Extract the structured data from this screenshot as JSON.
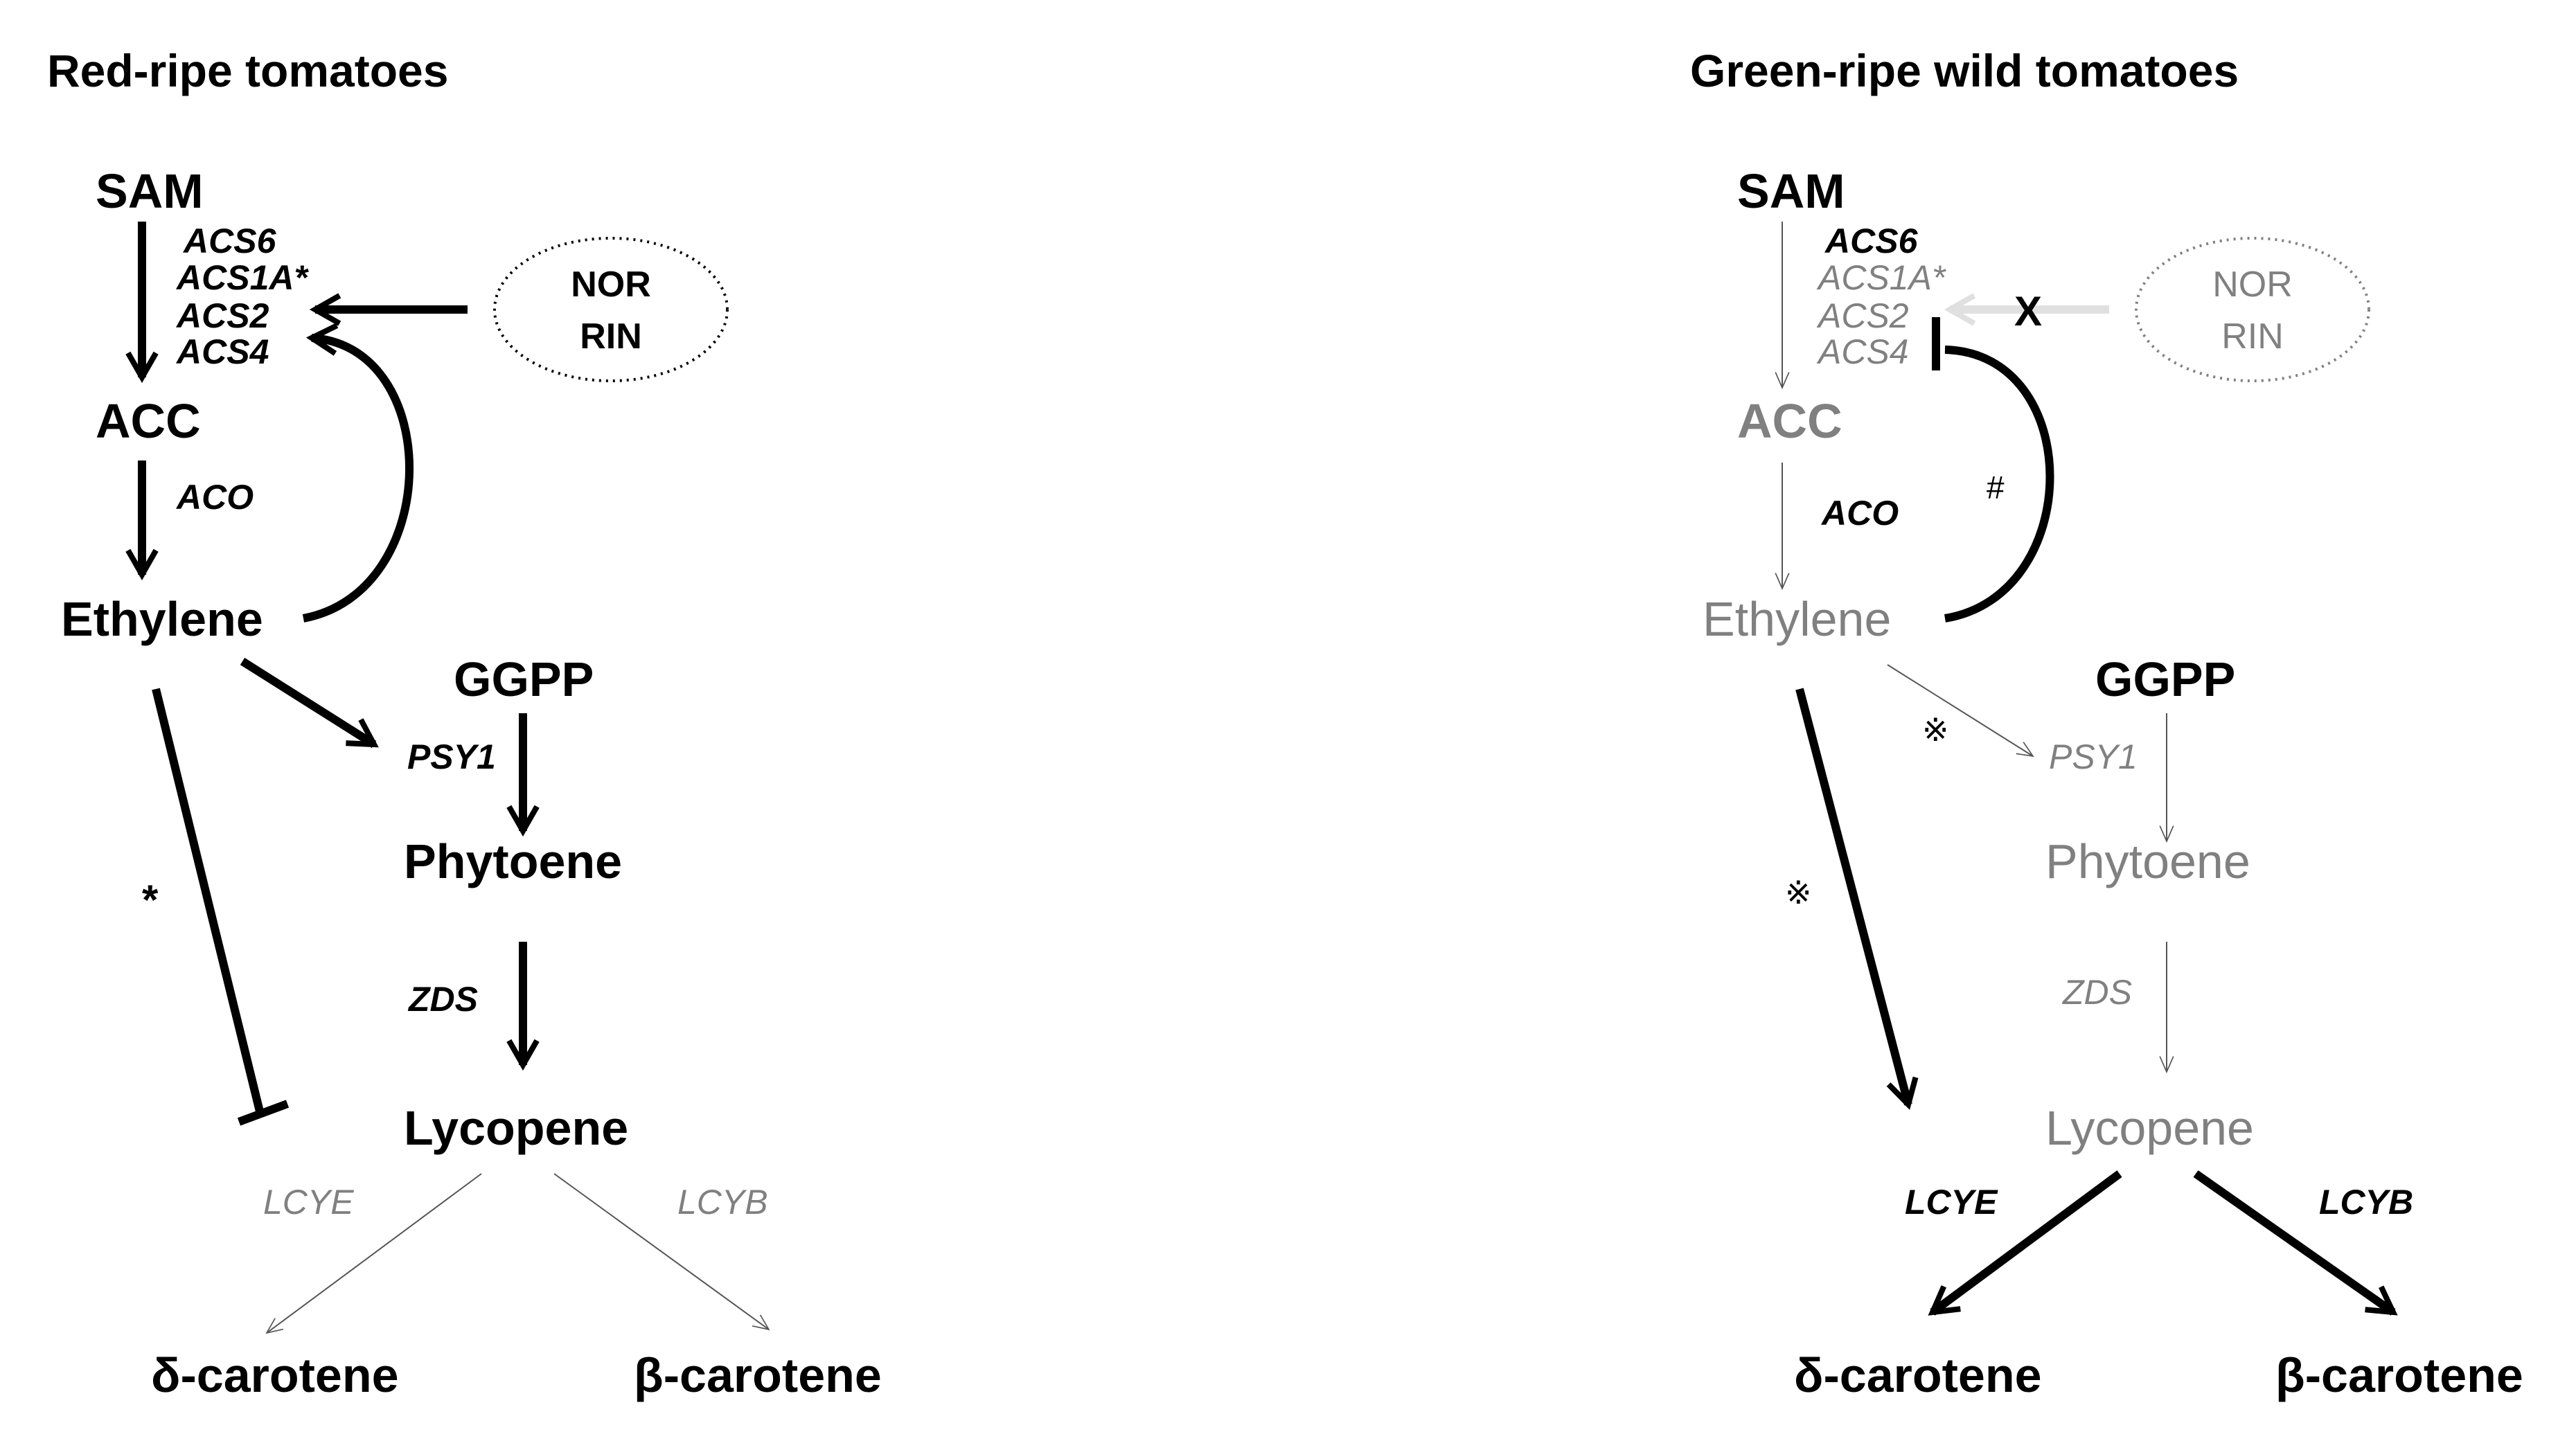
{
  "panels": {
    "left": {
      "title": "Red-ripe tomatoes",
      "nodes": {
        "sam": "SAM",
        "acc": "ACC",
        "ethylene": "Ethylene",
        "ggpp": "GGPP",
        "phytoene": "Phytoene",
        "lycopene": "Lycopene",
        "delta_carotene": "δ-carotene",
        "beta_carotene": "β-carotene"
      },
      "enzymes": {
        "acs6": "ACS6",
        "acs1a": "ACS1A*",
        "acs2": "ACS2",
        "acs4": "ACS4",
        "aco": "ACO",
        "psy1": "PSY1",
        "zds": "ZDS",
        "lcye": "LCYE",
        "lcyb": "LCYB"
      },
      "regulators": {
        "nor": "NOR",
        "rin": "RIN"
      },
      "marks": {
        "inhibition": "*"
      }
    },
    "right": {
      "title": "Green-ripe wild tomatoes",
      "nodes": {
        "sam": "SAM",
        "acc": "ACC",
        "ethylene": "Ethylene",
        "ggpp": "GGPP",
        "phytoene": "Phytoene",
        "lycopene": "Lycopene",
        "delta_carotene": "δ-carotene",
        "beta_carotene": "β-carotene"
      },
      "enzymes": {
        "acs6": "ACS6",
        "acs1a": "ACS1A*",
        "acs2": "ACS2",
        "acs4": "ACS4",
        "aco": "ACO",
        "psy1": "PSY1",
        "zds": "ZDS",
        "lcye": "LCYE",
        "lcyb": "LCYB"
      },
      "regulators": {
        "nor": "NOR",
        "rin": "RIN"
      },
      "marks": {
        "blocked": "X",
        "feedback": "#",
        "psy_mark": "※",
        "lcye_mark": "※"
      }
    }
  },
  "colors": {
    "active": "#000000",
    "inactive": "#808080",
    "blocked_arrow": "#e0e0e0"
  }
}
